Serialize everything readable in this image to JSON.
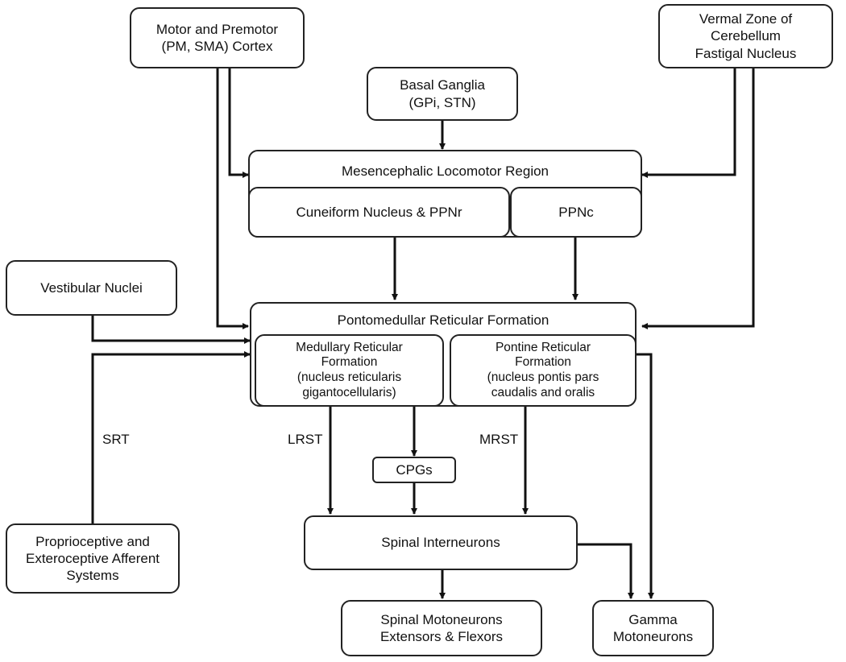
{
  "nodes": {
    "motor_cortex": "Motor and Premotor\n(PM, SMA) Cortex",
    "vermal_zone": "Vermal Zone of\nCerebellum\nFastigal Nucleus",
    "basal_ganglia": "Basal Ganglia\n(GPi, STN)",
    "mlr_title": "Mesencephalic Locomotor Region",
    "cuneiform": "Cuneiform Nucleus & PPNr",
    "ppnc": "PPNc",
    "vestibular": "Vestibular Nuclei",
    "pmrf_title": "Pontomedullar Reticular Formation",
    "medullary_rf": "Medullary Reticular\nFormation\n(nucleus reticularis\ngigantocellularis)",
    "pontine_rf": "Pontine Reticular\nFormation\n(nucleus pontis pars\ncaudalis and oralis",
    "cpgs": "CPGs",
    "spinal_interneurons": "Spinal Interneurons",
    "proprioceptive": "Proprioceptive and\nExteroceptive Afferent\nSystems",
    "spinal_motoneurons": "Spinal Motoneurons\nExtensors & Flexors",
    "gamma_motoneurons": "Gamma\nMotoneurons"
  },
  "edge_labels": {
    "srt": "SRT",
    "lrst": "LRST",
    "mrst": "MRST"
  }
}
